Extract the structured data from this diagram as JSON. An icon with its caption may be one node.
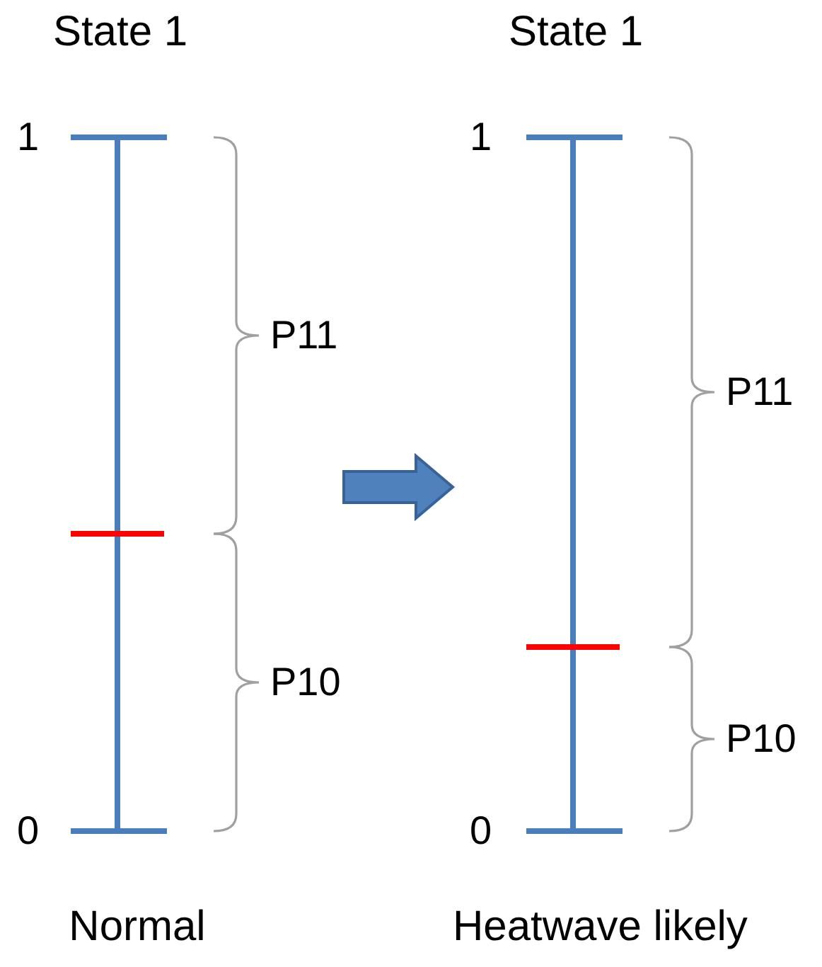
{
  "diagram": {
    "nodes": [
      {
        "text": [
          "State 1",
          "Normal"
        ]
      },
      {
        "text": [
          "State 1",
          "Heatwave likely"
        ]
      }
    ],
    "edges": [
      {
        "from": 0,
        "to": 1,
        "arrow": "to"
      }
    ],
    "labels": [
      "1",
      "P11",
      "P10",
      "0",
      "1",
      "P11",
      "P10",
      "0"
    ]
  }
}
